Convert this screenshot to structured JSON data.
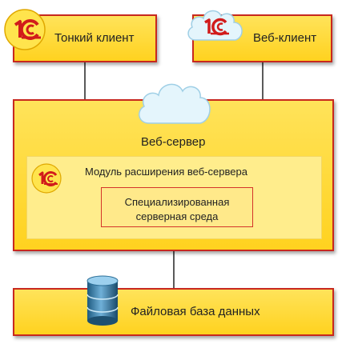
{
  "thin_client": {
    "logo": "1С",
    "label": "Тонкий клиент"
  },
  "web_client": {
    "logo": "1С",
    "label": "Веб-клиент"
  },
  "web_server": {
    "label": "Веб-сервер",
    "module": {
      "logo": "1С",
      "label": "Модуль расширения веб-сервера"
    },
    "environment": {
      "line1": "Специализированная",
      "line2": "серверная среда"
    }
  },
  "database": {
    "label": "Файловая база данных"
  },
  "colors": {
    "box_fill": "#ffd21f",
    "border_red": "#c8281e",
    "logo_red": "#d11b1b",
    "cloud": "#dff3fb"
  }
}
